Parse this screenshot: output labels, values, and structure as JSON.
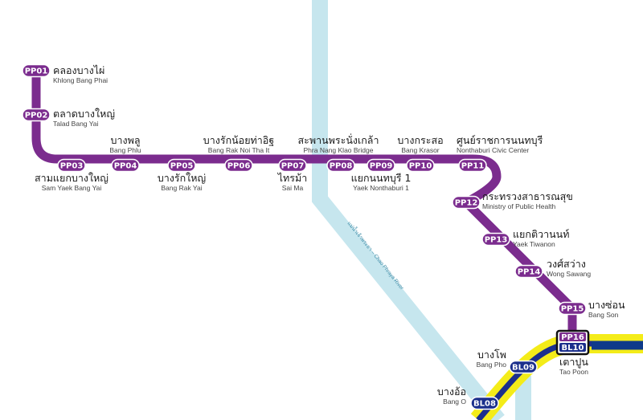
{
  "colors": {
    "purple": "#7b2c8e",
    "blue": "#1b2f8c",
    "yellow": "#f4ec19",
    "river": "#c6e6ee",
    "navy": "#0e3a8a"
  },
  "river_label": "แม่น้ำเจ้าพระยา – Chao Phraya River",
  "stations": {
    "pp01": {
      "code": "PP01",
      "th": "คลองบางไผ่",
      "en": "Khlong Bang Phai"
    },
    "pp02": {
      "code": "PP02",
      "th": "ตลาดบางใหญ่",
      "en": "Talad Bang Yai"
    },
    "pp03": {
      "code": "PP03",
      "th": "สามแยกบางใหญ่",
      "en": "Sam Yaek Bang Yai"
    },
    "pp04": {
      "code": "PP04",
      "th": "บางพลู",
      "en": "Bang Phlu"
    },
    "pp05": {
      "code": "PP05",
      "th": "บางรักใหญ่",
      "en": "Bang Rak Yai"
    },
    "pp06": {
      "code": "PP06",
      "th": "บางรักน้อยท่าอิฐ",
      "en": "Bang Rak Noi Tha It"
    },
    "pp07": {
      "code": "PP07",
      "th": "ไทรม้า",
      "en": "Sai Ma"
    },
    "pp08": {
      "code": "PP08",
      "th": "สะพานพระนั่งเกล้า",
      "en": "Phra Nang Klao Bridge"
    },
    "pp09": {
      "code": "PP09",
      "th": "แยกนนทบุรี 1",
      "en": "Yaek Nonthaburi 1"
    },
    "pp10": {
      "code": "PP10",
      "th": "บางกระสอ",
      "en": "Bang Krasor"
    },
    "pp11": {
      "code": "PP11",
      "th": "ศูนย์ราชการนนทบุรี",
      "en": "Nonthaburi Civic Center"
    },
    "pp12": {
      "code": "PP12",
      "th": "กระทรวงสาธารณสุข",
      "en": "Ministry of Public Health"
    },
    "pp13": {
      "code": "PP13",
      "th": "แยกติวานนท์",
      "en": "Yaek Tiwanon"
    },
    "pp14": {
      "code": "PP14",
      "th": "วงศ์สว่าง",
      "en": "Wong Sawang"
    },
    "pp15": {
      "code": "PP15",
      "th": "บางซ่อน",
      "en": "Bang Son"
    },
    "pp16": {
      "code": "PP16"
    },
    "bl10": {
      "code": "BL10",
      "th": "เตาปูน",
      "en": "Tao Poon"
    },
    "bl09": {
      "code": "BL09",
      "th": "บางโพ",
      "en": "Bang Pho"
    },
    "bl08": {
      "code": "BL08",
      "th": "บางอ้อ",
      "en": "Bang O"
    }
  }
}
